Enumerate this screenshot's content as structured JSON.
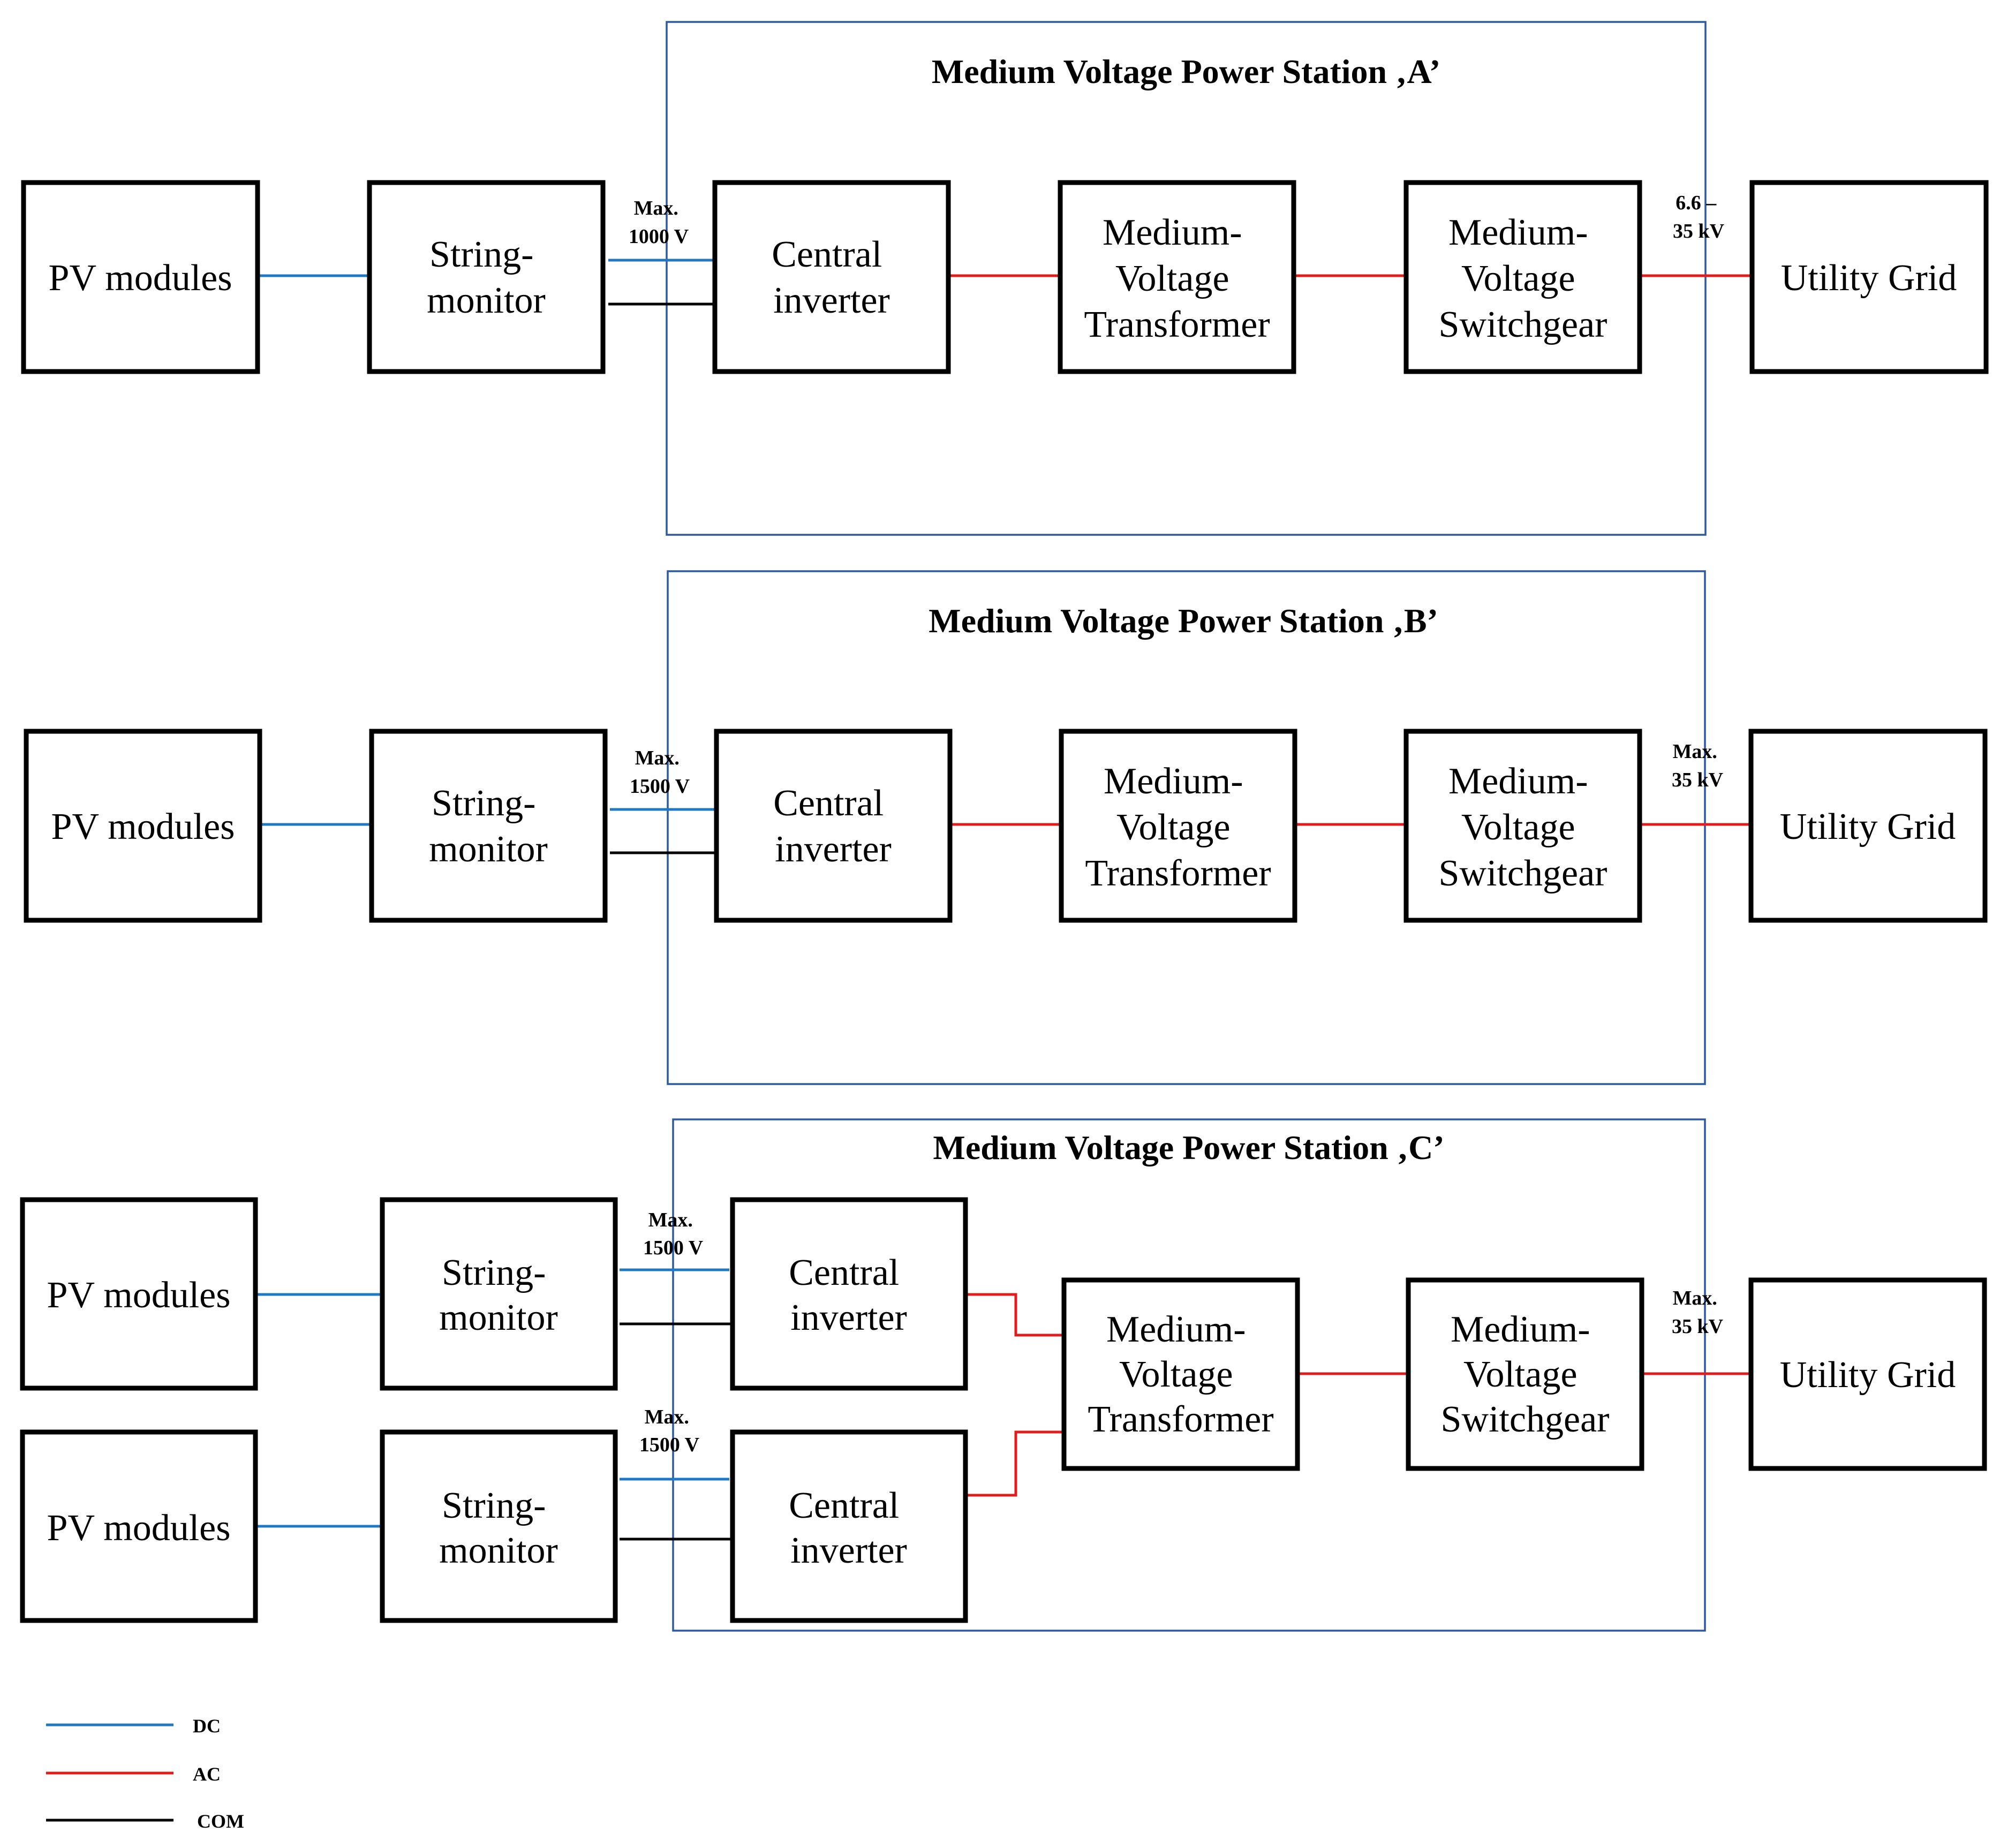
{
  "colors": {
    "dc": "#1f78c4",
    "ac": "#e01c1c",
    "com": "#000000",
    "frame": "#2c58a8"
  },
  "labels": {
    "pv_modules": "PV modules",
    "string_monitor": [
      "String-",
      "monitor"
    ],
    "central_inverter": [
      "Central",
      "inverter"
    ],
    "mv_transformer": [
      "Medium-",
      "Voltage",
      "Transformer"
    ],
    "mv_switchgear": [
      "Medium-",
      "Voltage",
      "Switchgear"
    ],
    "utility_grid": "Utility Grid"
  },
  "stations": {
    "a": {
      "title": "Medium Voltage Power Station ‚A’",
      "dc_voltage": [
        "Max.",
        "1000 V"
      ],
      "grid_voltage": [
        "6.6 –",
        "35 kV"
      ]
    },
    "b": {
      "title": "Medium Voltage Power Station ‚B’",
      "dc_voltage": [
        "Max.",
        "1500 V"
      ],
      "grid_voltage": [
        "Max.",
        "35 kV"
      ]
    },
    "c": {
      "title": "Medium Voltage Power Station ‚C’",
      "dc_voltage_1": [
        "Max.",
        "1500 V"
      ],
      "dc_voltage_2": [
        "Max.",
        "1500 V"
      ],
      "grid_voltage": [
        "Max.",
        "35 kV"
      ]
    }
  },
  "legend": [
    {
      "label": "DC",
      "color": "#1f78c4"
    },
    {
      "label": "AC",
      "color": "#e01c1c"
    },
    {
      "label": "COM",
      "color": "#000000"
    }
  ]
}
